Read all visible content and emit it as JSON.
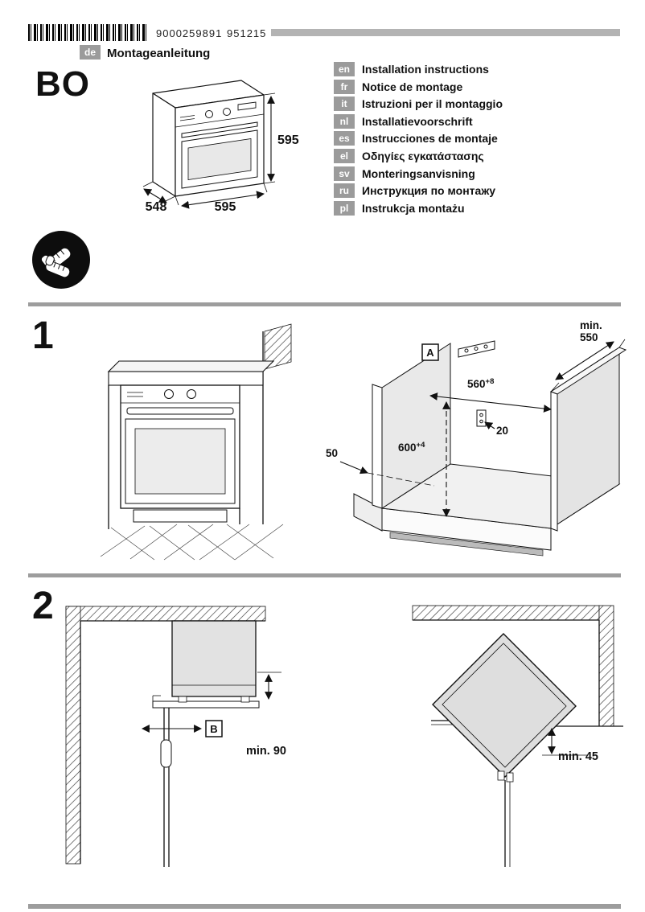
{
  "header": {
    "barcode_number": "9000259891",
    "print_code": "951215",
    "language_code": "de",
    "title": "Montageanleitung",
    "model": "BO"
  },
  "product_drawing": {
    "dim_height": "595",
    "dim_depth": "548",
    "dim_width": "595"
  },
  "languages": [
    {
      "code": "en",
      "label": "Installation instructions"
    },
    {
      "code": "fr",
      "label": "Notice de montage"
    },
    {
      "code": "it",
      "label": "Istruzioni per il montaggio"
    },
    {
      "code": "nl",
      "label": "Installatievoorschrift"
    },
    {
      "code": "es",
      "label": "Instrucciones de montaje"
    },
    {
      "code": "el",
      "label": "Οδηγίες εγκατάστασης"
    },
    {
      "code": "sv",
      "label": "Monteringsanvisning"
    },
    {
      "code": "ru",
      "label": "Инструкция по монтажу"
    },
    {
      "code": "pl",
      "label": "Instrukcja montażu"
    }
  ],
  "section1": {
    "number": "1",
    "bracket_label": "A",
    "dim_depth_min_line1": "min.",
    "dim_depth_min_line2": "550",
    "dim_niche_width": "560",
    "dim_niche_width_tol": "+8",
    "dim_niche_height": "600",
    "dim_niche_height_tol": "+4",
    "dim_rail_offset": "20",
    "dim_plinth": "50"
  },
  "section2": {
    "number": "2",
    "panel_label": "B",
    "dim_min_clearance": "min. 90",
    "dim_min_corner": "min. 45"
  }
}
